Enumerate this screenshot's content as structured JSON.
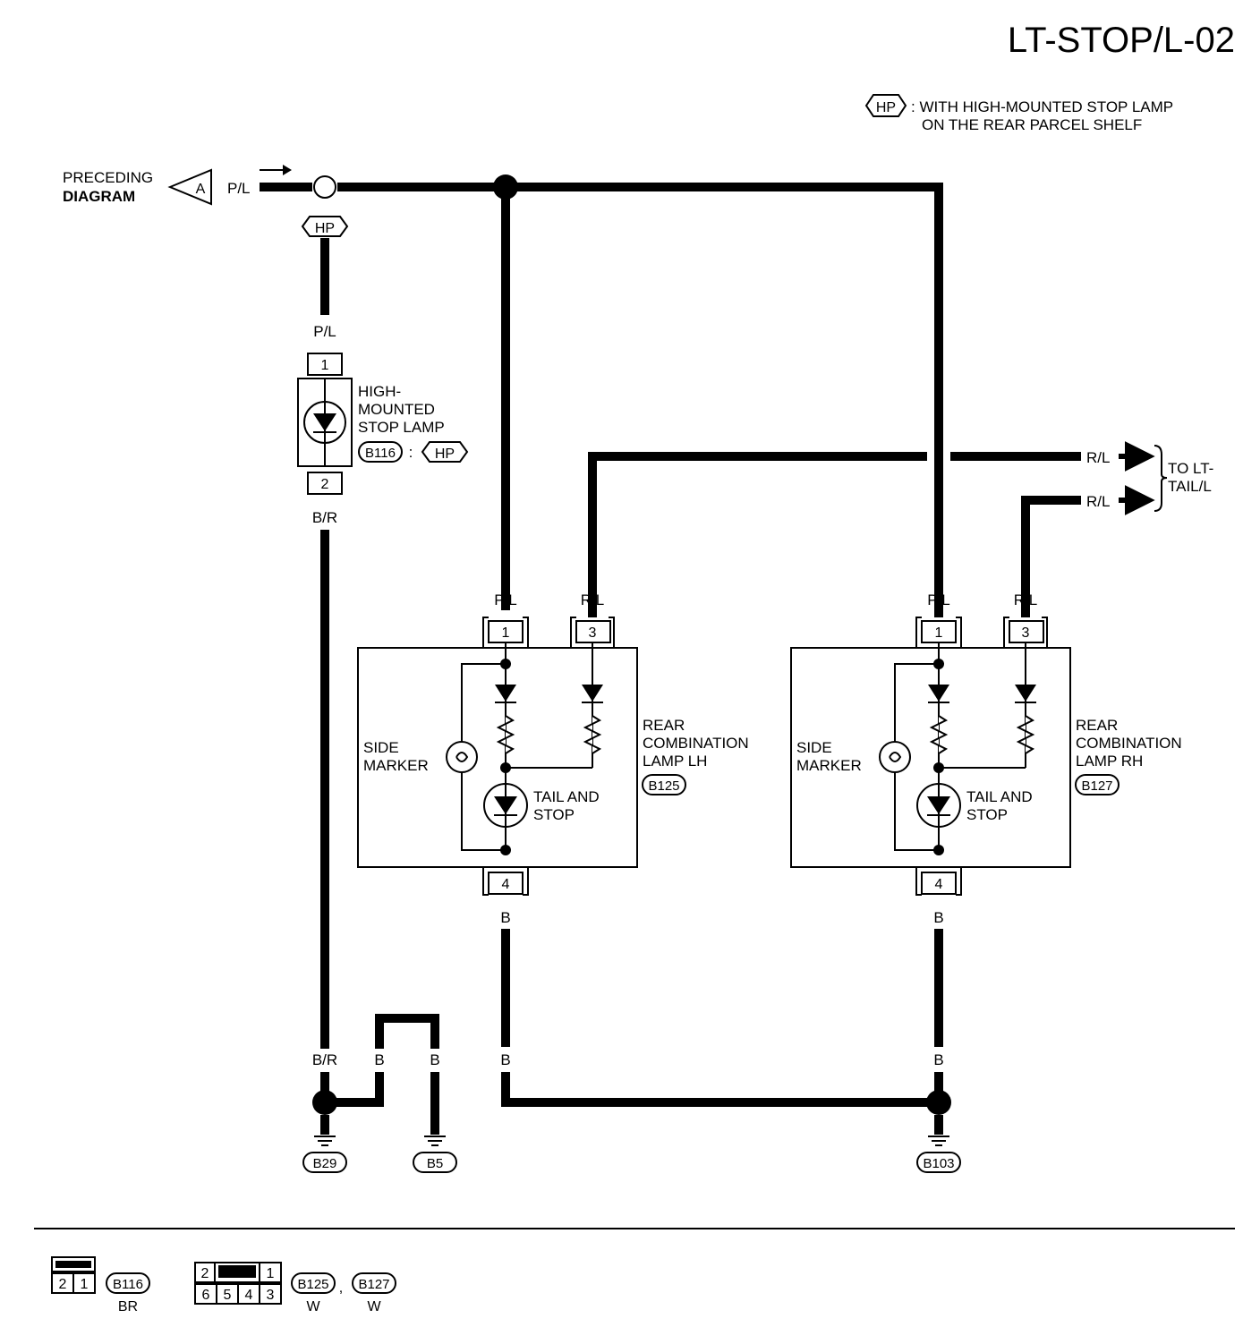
{
  "header": {
    "code": "LT-STOP/L-02"
  },
  "legend": {
    "hp_tag": "HP",
    "hp_line1": ": WITH HIGH-MOUNTED STOP LAMP",
    "hp_line2": "ON THE REAR PARCEL SHELF"
  },
  "preceding": {
    "line1": "PRECEDING",
    "line2": "DIAGRAM",
    "connector": "A"
  },
  "wires": {
    "pl": "P/L",
    "br": "B/R",
    "b": "B",
    "rl": "R/L"
  },
  "high_mounted": {
    "line1": "HIGH-",
    "line2": "MOUNTED",
    "line3": "STOP LAMP",
    "connector": "B116",
    "sep": ":",
    "hp": "HP",
    "pin_top": "1",
    "pin_bottom": "2"
  },
  "rear_lh": {
    "line1": "REAR",
    "line2": "COMBINATION",
    "line3": "LAMP LH",
    "connector": "B125",
    "pin1": "1",
    "pin3": "3",
    "pin4": "4",
    "side1": "SIDE",
    "side2": "MARKER",
    "tail1": "TAIL AND",
    "tail2": "STOP"
  },
  "rear_rh": {
    "line1": "REAR",
    "line2": "COMBINATION",
    "line3": "LAMP RH",
    "connector": "B127",
    "pin1": "1",
    "pin3": "3",
    "pin4": "4",
    "side1": "SIDE",
    "side2": "MARKER",
    "tail1": "TAIL AND",
    "tail2": "STOP"
  },
  "to_tail": {
    "line1": "TO LT-",
    "line2": "TAIL/L"
  },
  "grounds": {
    "g1": "B29",
    "g2": "B5",
    "g3": "B103"
  },
  "footer": {
    "c1": {
      "pins": [
        "2",
        "1"
      ],
      "id": "B116",
      "color": "BR"
    },
    "c2": {
      "pins_top": [
        "2",
        "1"
      ],
      "pins_bottom": [
        "6",
        "5",
        "4",
        "3"
      ],
      "id1": "B125",
      "comma": ",",
      "id2": "B127",
      "color1": "W",
      "color2": "W"
    }
  }
}
